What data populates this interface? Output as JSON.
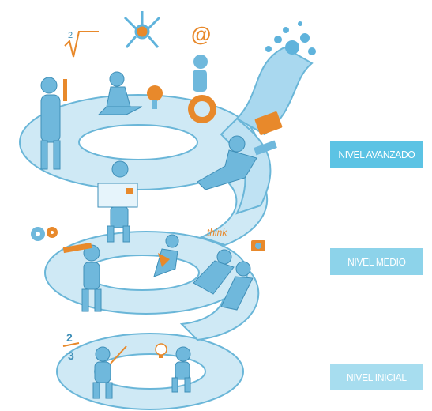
{
  "levels": {
    "advanced": "NIVEL AVANZADO",
    "medium": "NIVEL MEDIO",
    "initial": "NIVEL INICIAL"
  },
  "illustration": {
    "think_text": "think",
    "fraction_numerator": "2",
    "fraction_denominator": "3",
    "root_index": "2",
    "at_symbol": "@"
  },
  "colors": {
    "spiral_fill": "#cfe9f5",
    "spiral_stroke": "#6ab6d8",
    "figure": "#6fb8dc",
    "accent_orange": "#e8892b",
    "btn_advanced": "#5cc3e4",
    "btn_medium": "#8dd3ea",
    "btn_initial": "#a7ddef"
  }
}
